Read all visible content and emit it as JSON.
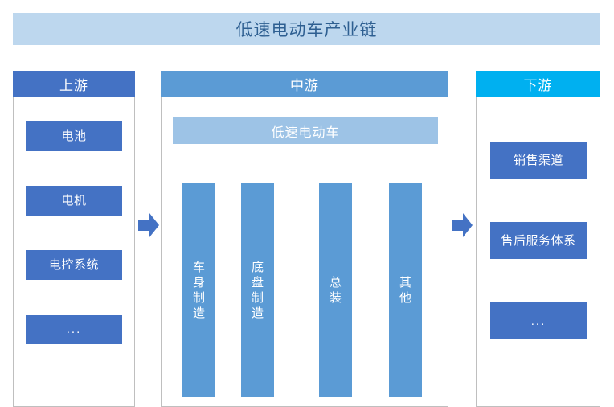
{
  "title": {
    "text": "低速电动车产业链"
  },
  "colors": {
    "title_banner_bg": "#BDD7EE",
    "title_text": "#2E5F91",
    "upstream_header_bg": "#4472C4",
    "midstream_header_bg": "#5B9BD5",
    "downstream_header_bg": "#00B0F0",
    "item_box_bg": "#4472C4",
    "product_bar_bg": "#9DC3E6",
    "process_bar_bg": "#5B9BD5",
    "arrow_fill": "#4472C4",
    "frame_border": "#BFBFBF"
  },
  "upstream": {
    "header": "上游",
    "items": [
      {
        "label": "电池"
      },
      {
        "label": "电机"
      },
      {
        "label": "电控系统"
      },
      {
        "label": "..."
      }
    ]
  },
  "midstream": {
    "header": "中游",
    "product": "低速电动车",
    "processes": [
      {
        "label": "车身制造"
      },
      {
        "label": "底盘制造"
      },
      {
        "label": "总装"
      },
      {
        "label": "其他"
      }
    ]
  },
  "downstream": {
    "header": "下游",
    "items": [
      {
        "label": "销售渠道"
      },
      {
        "label": "售后服务体系"
      },
      {
        "label": "..."
      }
    ]
  },
  "arrows": [
    {
      "name": "arrow-upstream-to-midstream",
      "direction": "right"
    },
    {
      "name": "arrow-midstream-to-downstream",
      "direction": "right"
    }
  ]
}
